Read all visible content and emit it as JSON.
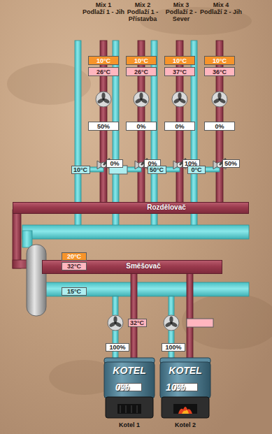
{
  "diagram": {
    "nodes": [
      {
        "text": [
          "10°C"
        ]
      },
      {
        "text": [
          "10°C"
        ]
      },
      {
        "text": [
          "10°C"
        ]
      },
      {
        "text": [
          "10°C"
        ]
      },
      {
        "text": [
          "26°C"
        ]
      },
      {
        "text": [
          "26°C"
        ]
      },
      {
        "text": [
          "37°C"
        ]
      },
      {
        "text": [
          "36°C"
        ]
      },
      {
        "text": [
          "50%"
        ]
      },
      {
        "text": [
          "0%"
        ]
      },
      {
        "text": [
          "0%"
        ]
      },
      {
        "text": [
          "0%"
        ]
      },
      {
        "text": [
          "10°C"
        ]
      },
      {
        "text": [
          "0%"
        ]
      },
      {
        "text": [
          "0%"
        ]
      },
      {
        "text": [
          "50°C"
        ]
      },
      {
        "text": [
          "10%"
        ]
      },
      {
        "text": [
          "0°C"
        ]
      },
      {
        "text": [
          "50%"
        ]
      },
      {
        "text": [
          "Rozdělovač"
        ]
      },
      {
        "text": [
          "20°C"
        ]
      },
      {
        "text": [
          "32°C"
        ]
      },
      {
        "text": [
          "Směšovač"
        ]
      },
      {
        "text": [
          "15°C"
        ]
      },
      {
        "text": [
          "32°C"
        ]
      },
      {
        "text": [
          "100%"
        ]
      },
      {
        "text": [
          "100%"
        ]
      },
      {
        "text": [
          "KOTEL",
          "Kotel 1"
        ]
      },
      {
        "text": [
          "0%"
        ],
        "in": 27
      },
      {
        "text": [
          "KOTEL",
          "Kotel 2"
        ]
      },
      {
        "text": [
          "10%"
        ],
        "in": 29
      }
    ],
    "labels": [
      "Mix 1",
      "Podlaží 1 - Jih",
      "Mix 2",
      "Podlaží 1 - Přístavba",
      "Mix 3",
      "Podlaží 2 - Sever",
      "Mix 4",
      "Podlaží 2 - Jih"
    ]
  }
}
